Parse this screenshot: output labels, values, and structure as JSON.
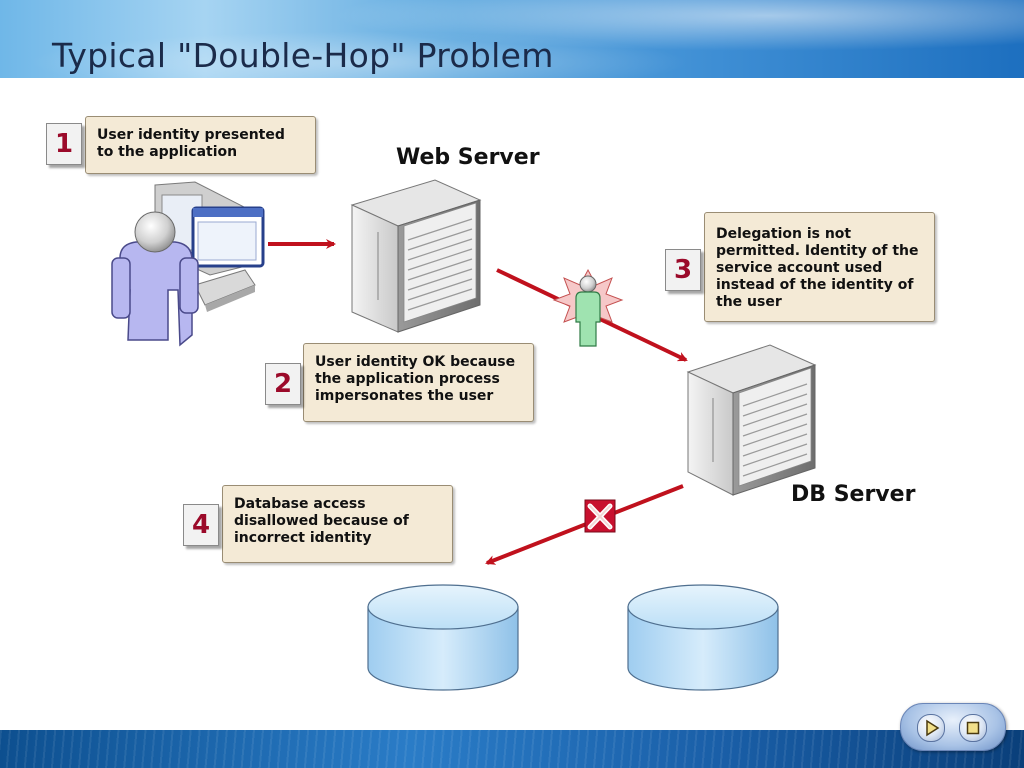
{
  "slide": {
    "title": "Typical \"Double-Hop\" Problem"
  },
  "labels": {
    "web_server": "Web Server",
    "db_server": "DB Server"
  },
  "steps": [
    {
      "number": "1",
      "text": "User identity presented to the application"
    },
    {
      "number": "2",
      "text": "User identity OK because the application process impersonates the user"
    },
    {
      "number": "3",
      "text": "Delegation is not permitted. Identity of the service account used instead of the identity of the user"
    },
    {
      "number": "4",
      "text": "Database access disallowed because of incorrect identity"
    }
  ],
  "navigation": {
    "play_icon": "play-icon",
    "stop_icon": "stop-icon"
  },
  "colors": {
    "arrow": "#c0111d",
    "step_number": "#9b0a2a",
    "callout_bg": "#f4ead6",
    "database": "#bfe0f7"
  }
}
